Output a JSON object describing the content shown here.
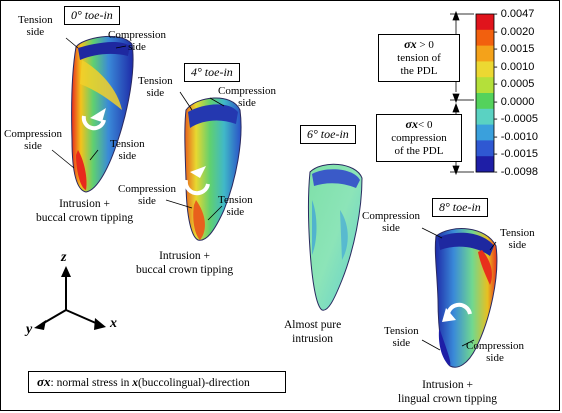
{
  "panels": [
    {
      "title": "0° toe-in",
      "caption_line1": "Intrusion +",
      "caption_line2": "buccal crown tipping"
    },
    {
      "title": "4° toe-in",
      "caption_line1": "Intrusion +",
      "caption_line2": "buccal crown tipping"
    },
    {
      "title": "6° toe-in",
      "caption_line1": "Almost pure",
      "caption_line2": "intrusion"
    },
    {
      "title": "8° toe-in",
      "caption_line1": "Intrusion +",
      "caption_line2": "lingual crown tipping"
    }
  ],
  "side_labels": {
    "tension_1": "Tension",
    "tension_2": "side",
    "compression_1": "Compression",
    "compression_2": "side"
  },
  "axes": {
    "z": "z",
    "y": "y",
    "x": "x"
  },
  "legend": {
    "pos_symbol": "σx",
    "pos_line1": " > 0",
    "pos_line2": "tension of",
    "pos_line3": "the PDL",
    "neg_symbol": "σx",
    "neg_line1": "< 0",
    "neg_line2": "compression",
    "neg_line3": "of the PDL",
    "ticks": [
      "0.0047",
      "0.0020",
      "0.0015",
      "0.0010",
      "0.0005",
      "0.0000",
      "-0.0005",
      "-0.0010",
      "-0.0015",
      "-0.0098"
    ],
    "colors": [
      "#e0141c",
      "#f2600e",
      "#f4a21a",
      "#ecd832",
      "#b4e03a",
      "#54d25c",
      "#5ad2c2",
      "#3aa0dc",
      "#2f58d2",
      "#1e1ea6"
    ]
  },
  "note": {
    "symbol": "σx",
    "text": ": normal stress in ",
    "axis": "x",
    "rest": "(buccolingual)-direction"
  }
}
